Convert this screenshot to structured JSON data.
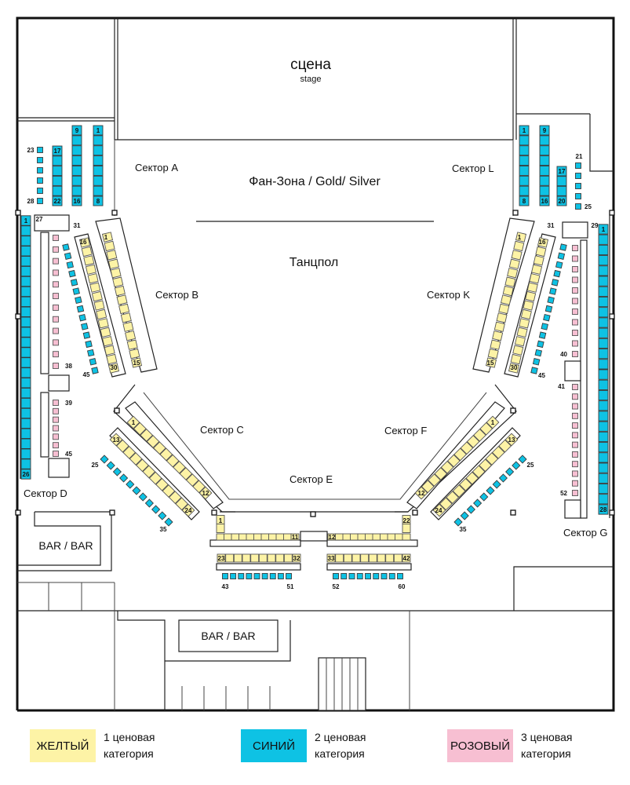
{
  "colors": {
    "yellow": "#fdf3a6",
    "blue": "#0ec2e4",
    "pink": "#f7bfd2"
  },
  "labels": {
    "stage": "сцена",
    "stage_en": "stage",
    "fan_zone": "Фан-Зона / Gold/ Silver",
    "dance_floor": "Танцпол",
    "sector_a": "Сектор A",
    "sector_b": "Сектор B",
    "sector_c": "Сектор C",
    "sector_d": "Сектор D",
    "sector_e": "Сектор E",
    "sector_f": "Сектор F",
    "sector_g": "Сектор G",
    "sector_k": "Сектор K",
    "sector_l": "Сектор L",
    "bar_left": "BAR / BAR",
    "bar_bottom": "BAR / BAR"
  },
  "seat_numbers": {
    "a": {
      "col1_top": "1",
      "col1_bot": "8",
      "col2_top": "9",
      "col2_bot": "16",
      "col3_top": "17",
      "col3_bot": "22",
      "singles_top": "23",
      "singles_bot": "28"
    },
    "l": {
      "col1_top": "1",
      "col1_bot": "8",
      "col2_top": "9",
      "col2_bot": "16",
      "col3_top": "17",
      "col3_bot": "20",
      "singles_top": "21",
      "singles_bot": "25"
    },
    "d": {
      "wall_top": "1",
      "wall_bot": "26",
      "arrow": "27",
      "pink1_bot": "38",
      "pink2_top": "39",
      "pink2_bot": "45"
    },
    "g": {
      "wall_top": "1",
      "wall_bot": "28",
      "arrow": "29",
      "pink1_bot": "40",
      "pink2_top": "41",
      "pink2_bot": "52"
    },
    "b": {
      "row1_top": "1",
      "row1_bot": "15",
      "row2_top": "16",
      "row2_bot": "30",
      "blue_top": "31",
      "blue_bot": "45"
    },
    "k": {
      "row1_top": "1",
      "row1_bot": "15",
      "row2_top": "16",
      "row2_bot": "30",
      "blue_top": "31",
      "blue_bot": "45"
    },
    "c": {
      "row1_top": "1",
      "row1_bot": "12",
      "row2_top": "13",
      "row2_bot": "24",
      "blue_top": "25",
      "blue_bot": "35"
    },
    "f": {
      "row1_top": "1",
      "row1_bot": "12",
      "row2_top": "13",
      "row2_bot": "24",
      "blue_top": "25",
      "blue_bot": "35"
    },
    "e": {
      "r1l_top": "1",
      "r1l_end": "11",
      "r1r_start": "12",
      "r1r_top": "22",
      "r2l_start": "23",
      "r2l_end": "32",
      "r2r_start": "33",
      "r2r_end": "42",
      "bl_start": "43",
      "bl_end": "51",
      "br_start": "52",
      "br_end": "60"
    }
  },
  "legend": [
    {
      "name": "ЖЕЛТЫЙ",
      "line1": "1 ценовая",
      "line2": "категория"
    },
    {
      "name": "СИНИЙ",
      "line1": "2 ценовая",
      "line2": "категория"
    },
    {
      "name": "РОЗОВЫЙ",
      "line1": "3 ценовая",
      "line2": "категория"
    }
  ]
}
